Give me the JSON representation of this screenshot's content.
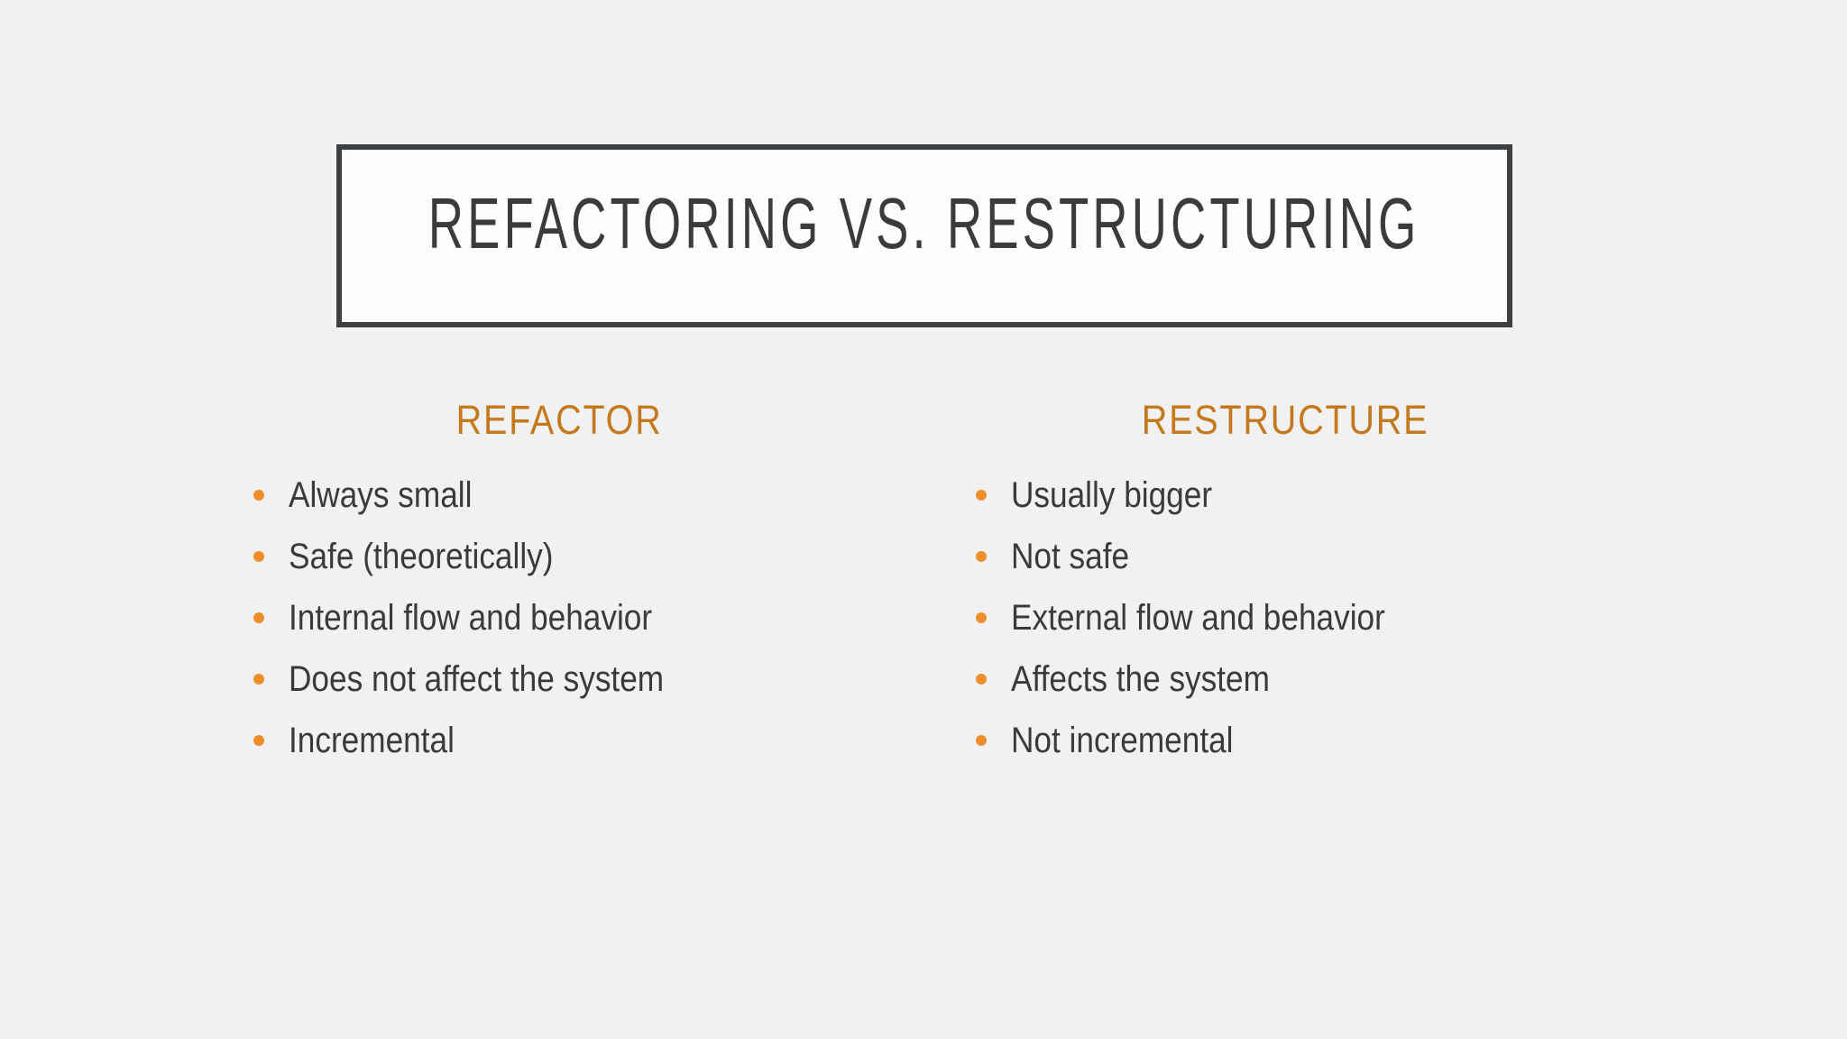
{
  "slide": {
    "title": "REFACTORING VS. RESTRUCTURING",
    "columns": [
      {
        "header": "REFACTOR",
        "items": [
          "Always small",
          "Safe (theoretically)",
          "Internal flow and behavior",
          "Does not affect the system",
          "Incremental"
        ]
      },
      {
        "header": "RESTRUCTURE",
        "items": [
          "Usually bigger",
          "Not safe",
          "External flow and behavior",
          "Affects the system",
          "Not incremental"
        ]
      }
    ],
    "colors": {
      "background": "#F1F1F1",
      "title_box_fill": "#FDFDFD",
      "title_box_border": "#3C4043",
      "title_text": "#3B3B3B",
      "header_orange": "#C5791D",
      "bullet_orange": "#EC8F2C",
      "body_text": "#3A3A3A"
    }
  }
}
